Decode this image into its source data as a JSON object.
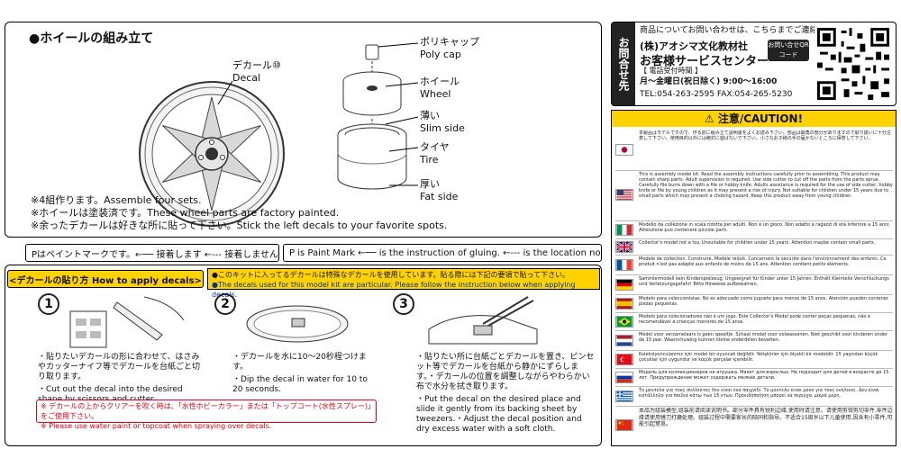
{
  "wheel": {
    "title": "●ホイールの組み立て",
    "parts": [
      {
        "jp": "デカール⑩",
        "en": "Decal"
      },
      {
        "jp": "ポリキャップ",
        "en": "Poly cap"
      },
      {
        "jp": "ホイール",
        "en": "Wheel"
      },
      {
        "jp": "薄い",
        "en": "Slim side"
      },
      {
        "jp": "タイヤ",
        "en": "Tire"
      },
      {
        "jp": "厚い",
        "en": "Fat side"
      }
    ],
    "notes": [
      "※4組作ります。Assemble four sets.",
      "※ホイールは塗装済です。These wheel parts are factory painted.",
      "※余ったデカールは好きな所に貼って下さい。Stick the left decals to your favorite spots."
    ]
  },
  "legend": {
    "jp": "Pはペイントマークです。←── 接着します ←--- 接着しません",
    "en": "P is Paint Mark ←── is the instruction of gluing. ←--- is the location no gluing."
  },
  "decal": {
    "header": "<デカールの貼り方 How to apply decals>",
    "note_jp": "●このキットに入ってるデカールは特殊なデカールを使用しています。貼る際には下記の要領で貼って下さい。",
    "note_en": "●The decals used for this model kit are particular. Please follow the instruction below when applying decals.",
    "steps": [
      {
        "num": "1",
        "jp": "・貼りたいデカールの形に合わせて、はさみやカッターナイフ等でデカールを台紙ごと切り取ります。",
        "en": "・Cut out the decal into the desired shape by scissors and cutter."
      },
      {
        "num": "2",
        "jp": "・デカールを水に10～20秒程つけます。",
        "en": "・Dip the decal in water for 10 to 20 seconds."
      },
      {
        "num": "3",
        "jp": "・貼りたい所に台紙ごとデカールを置き、ピンセット等でデカールを台紙から静かにずらします。・デカールの位置を調整しながらやわらかい布で水分を拭き取ります。",
        "en": "・Put the decal on the desired place and slide it gently from its backing sheet by tweezers.・Adjust the decal position and dry excess water with a soft cloth."
      }
    ],
    "warn_jp": "※ デカールの上からクリアーを吹く時は、「水性ホビーカラー」または「トップコート(水性スプレー)」をご使用下さい。",
    "warn_en": "※ Please use water paint or topcoat when spraying over decals."
  },
  "contact": {
    "side": "お問合せ先",
    "intro": "商品についてお問い合わせは、こちらまでご連絡下さい。",
    "company": "(株)アオシマ文化教材社",
    "center": "お客様サービスセンター",
    "qr_label": "お問い合せQRコード",
    "phone_label": "【 電話受付時間 】",
    "hours": "月～金曜日(祝日除く) 9:00～16:00",
    "tel": "TEL:054-263-2595 FAX:054-265-5230"
  },
  "caution": {
    "title": "⚠ 注意/CAUTION!",
    "rows": [
      {
        "flag": "jp",
        "text": "本製品はモデルですので、作る前に組み立て説明書をよくお読み下さい。部品は鋭角の部分がありますので取り扱いに十分注意して下さい。使用目的以外には絶対に遊ばないで下さい。小さなお子様の手の届かないところに保管して下さい。"
      },
      {
        "flag": "us",
        "text": "This is assembly model kit. Read the assembly instructions carefully prior to assembling. This product may contain sharp parts. Adult supervision is required. Use side cutter to cut off the parts from the parts sprue. Carefully file burrs down with a file or hobby knife. Adults assistance is required for the use of side cutter, hobby knife or file by young children as it may present a risk of injury. Not suitable for children under 15 years due to small parts which may present a choking hazard. Keep this product away from young children."
      },
      {
        "flag": "it",
        "text": "Modello da collezione in scala ridotta per adulti. Non è un gioco. Non adatto a ragazzi di età inferiore a 15 anni. Attenzione può contenere piccole parti."
      },
      {
        "flag": "gb",
        "text": "Collector's model not a toy. Unsuitable for children under 15 years. Attention maybe contain small parts."
      },
      {
        "flag": "fr",
        "text": "Modèle de collection. Construire. Modèle réduit. Concernant la sécurité dans l'environnement des enfants. Ce produit n'est pas adapté aux enfants de moins de 15 ans. Attention contient petits éléments."
      },
      {
        "flag": "de",
        "text": "Sammlermodell kein Kinderspielzeug. Ungeeignet für Kinder unter 15 Jahren. Enthält Kleinteile Verschluckungs und Verletzungsgefahr! Bitte Hinweise aufbewahren."
      },
      {
        "flag": "es",
        "text": "Modelo para coleccionistas. No es adecuado como juguete para menos de 15 anos. Atención pueden contener piezas pequeñas."
      },
      {
        "flag": "br",
        "text": "Modelo para colecionadores não é um jogo. Este Collector's Model pode conter peças pequenas, não é recomendável a crianças menores de 15 anos."
      },
      {
        "flag": "nl",
        "text": "Model voor verzamelaars is geen speeltje. Schaal model voor volwassenen. Niet geschikt voor kinderen onder de 15 jaar. Waarschuwing kunnen kleine onderdelen bevatten."
      },
      {
        "flag": "tr",
        "text": "Koleksiyonculanmız için model bir oyuncak değildir. Yetişkinler için ölçekli bir modeldir. 15 yaşından küçük çocuklar için uygundur ve küçük parçalar içerebilir."
      },
      {
        "flag": "ru",
        "text": "Модель для коллекционеров не игрушка. Макет для взрослых. Не подходит для детей в возрасте до 15 лет. Предупреждение может содержать мелкие детали."
      },
      {
        "flag": "gr",
        "text": "Το μοντέλο για τους συλλέκτες δεν είναι ένα παιχνίδι. Το μοντέλο είναι μόνο για τους ενήλικες. Δεν είναι κατάλληλο για παιδιά κάτω των 15 ετών. Προειδοποίηση μπορεί να περιέχει μικρά μέρη."
      },
      {
        "flag": "cn",
        "text": "本品为组装模型,组装前请阅读说明书。部分零件具有锐利边缘,使用时请注意。请使用剪钳剪切零件,零件边缘请使用锉刀打磨处理。组装过程中需要家长的陪同和指导。不适合15周岁以下儿童使用,因含有小零件,可能引起窒息。"
      }
    ]
  },
  "colors": {
    "yellow": "#ffd200",
    "red": "#e60012",
    "dark": "#222222"
  }
}
